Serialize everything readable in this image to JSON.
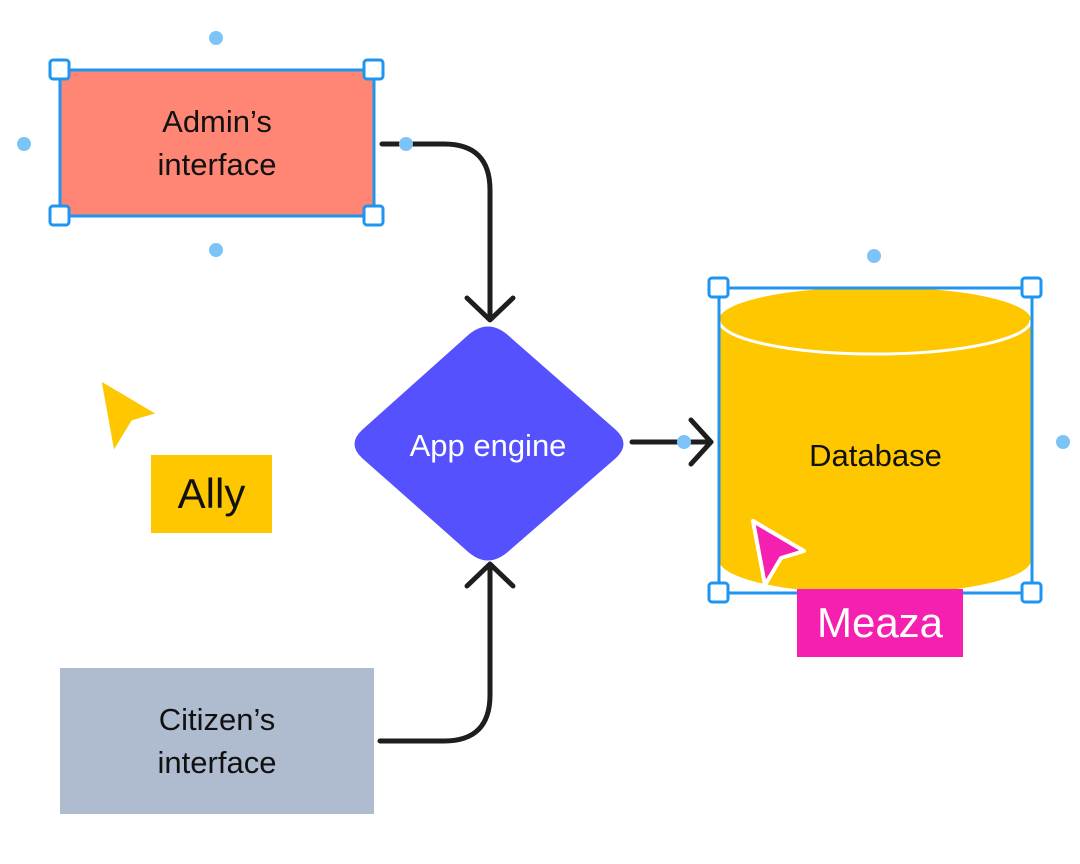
{
  "diagram": {
    "nodes": {
      "admin_interface": {
        "lines": [
          "Admin’s",
          "interface"
        ],
        "fill": "#FF8574"
      },
      "citizen_interface": {
        "lines": [
          "Citizen’s",
          "interface"
        ],
        "fill": "#AFBCCF"
      },
      "app_engine": {
        "label": "App engine",
        "fill": "#5551FF"
      },
      "database": {
        "label": "Database",
        "fill": "#FFC700"
      }
    },
    "edges": [
      {
        "from": "Admin’s interface",
        "to": "App engine"
      },
      {
        "from": "Citizen’s interface",
        "to": "App engine"
      },
      {
        "from": "App engine",
        "to": "Database"
      }
    ]
  },
  "cursors": [
    {
      "name": "Ally",
      "color": "#FFC700"
    },
    {
      "name": "Meaza",
      "color": "#F520B0"
    }
  ],
  "colors": {
    "selection": "#1E95F0",
    "handle_dot": "#7CC4F8",
    "connector": "#1E1E1E"
  }
}
